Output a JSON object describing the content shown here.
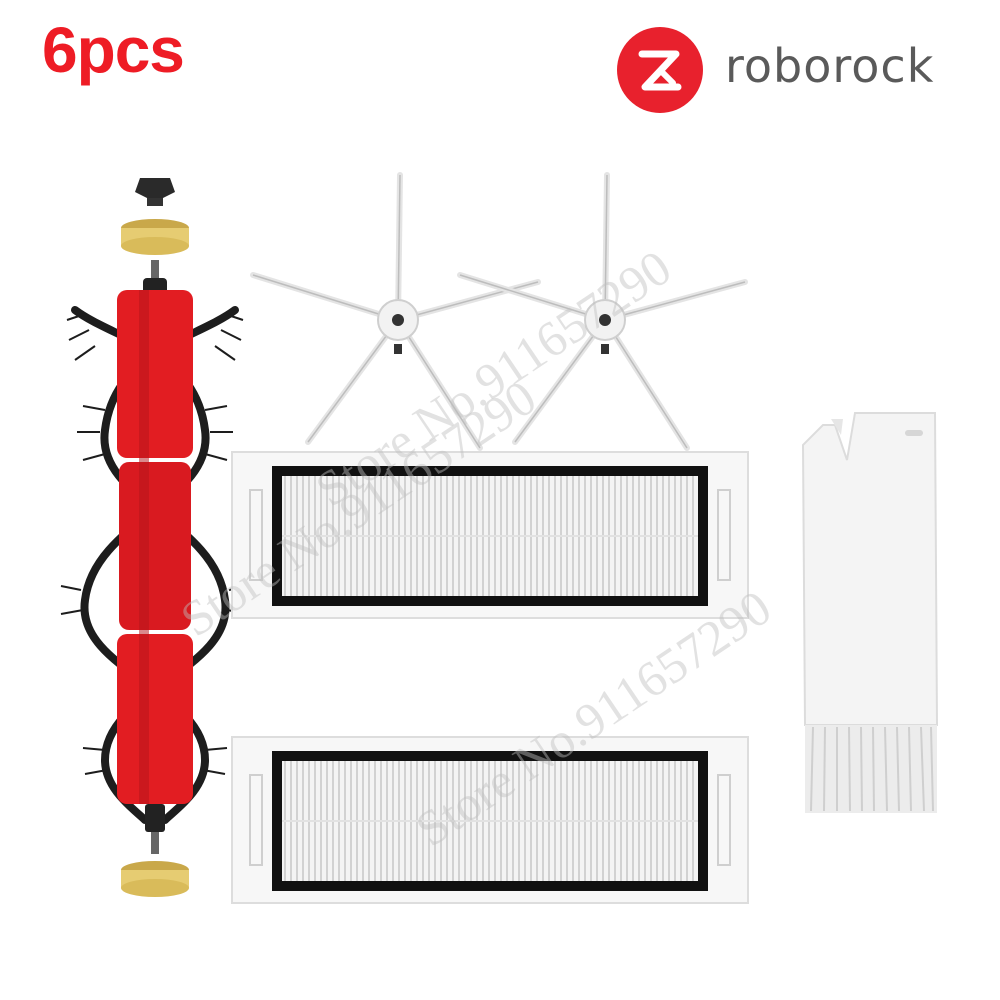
{
  "header": {
    "count_label": "6pcs"
  },
  "brand": {
    "name": "roborock",
    "logo_icon": "roborock-z-icon",
    "logo_color": "#e8212d"
  },
  "watermarks": [
    "Store No.911657290",
    "Store No.911657290",
    "Store No.911657290"
  ],
  "colors": {
    "accent": "#ee1c25",
    "brush_red": "#e21d22",
    "bristle": "#1d1d1d",
    "filter_frame": "#111111"
  },
  "products": {
    "main_brush": "main-roller-brush",
    "side_brushes": [
      "side-brush",
      "side-brush"
    ],
    "filters": [
      "hepa-filter",
      "hepa-filter"
    ],
    "cleaning_tool": "cleaning-tool"
  }
}
